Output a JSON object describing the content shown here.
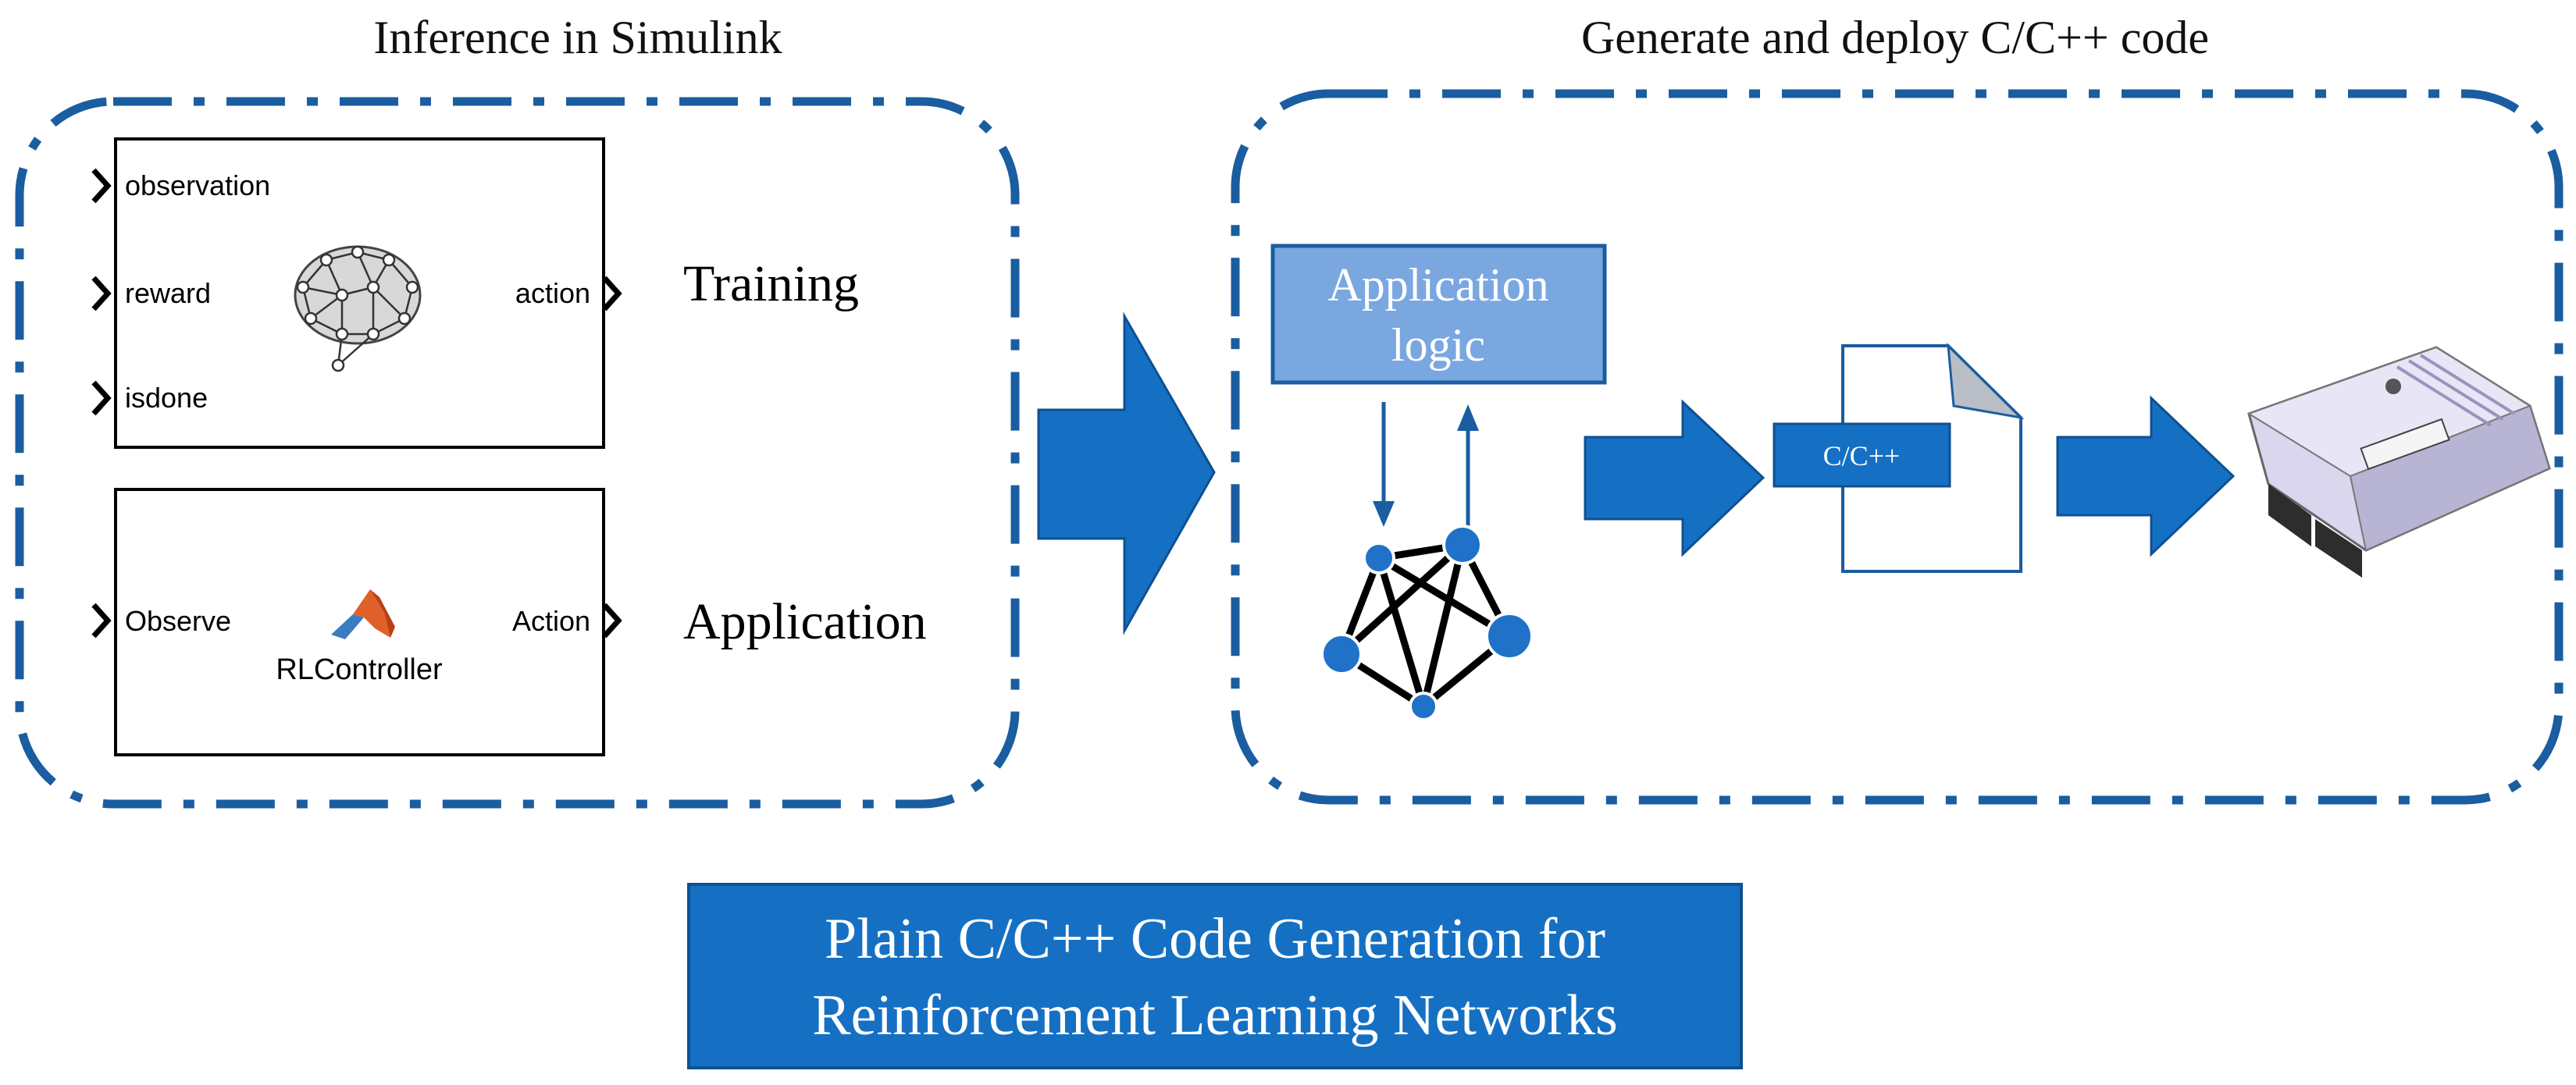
{
  "colors": {
    "accent": "#1570c4",
    "dash_border": "#1a5da0",
    "app_logic_fill": "#7aa7e0",
    "node_blue": "#1f72c8"
  },
  "left_section": {
    "title": "Inference in Simulink",
    "training_block": {
      "ports_in": [
        "observation",
        "reward",
        "isdone"
      ],
      "port_out": "action",
      "icon": "brain-network-icon",
      "caption": "Training"
    },
    "application_block": {
      "port_in": "Observe",
      "port_out": "Action",
      "icon": "matlab-logo-icon",
      "name": "RLController",
      "caption": "Application"
    }
  },
  "right_section": {
    "title": "Generate and deploy C/C++ code",
    "app_logic_line1": "Application",
    "app_logic_line2": "logic",
    "code_file_label": "C/C++",
    "network_icon": "neural-network-graph-icon",
    "hardware_icon": "ecu-hardware-icon"
  },
  "footer": {
    "line1": "Plain C/C++ Code Generation for",
    "line2": "Reinforcement Learning Networks"
  }
}
